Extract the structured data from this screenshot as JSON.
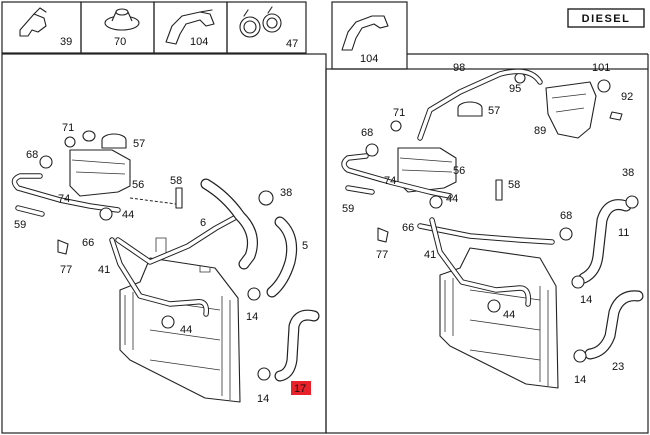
{
  "header": {
    "items": [
      {
        "number": "39"
      },
      {
        "number": "70"
      },
      {
        "number": "104"
      },
      {
        "number": "47"
      }
    ],
    "diesel_label": "DIESEL",
    "diesel_part": "104"
  },
  "left_panel": {
    "callouts": [
      "71",
      "57",
      "68",
      "58",
      "56",
      "74",
      "44",
      "38",
      "6",
      "59",
      "66",
      "5",
      "77",
      "41",
      "44",
      "14",
      "14"
    ],
    "highlight": "17"
  },
  "right_panel": {
    "callouts": [
      "98",
      "95",
      "101",
      "92",
      "57",
      "89",
      "71",
      "68",
      "56",
      "58",
      "74",
      "44",
      "38",
      "59",
      "68",
      "11",
      "66",
      "77",
      "41",
      "14",
      "44",
      "23",
      "14"
    ]
  },
  "colors": {
    "highlight_fill": "#e8212a",
    "line": "#222222",
    "background": "#ffffff"
  }
}
